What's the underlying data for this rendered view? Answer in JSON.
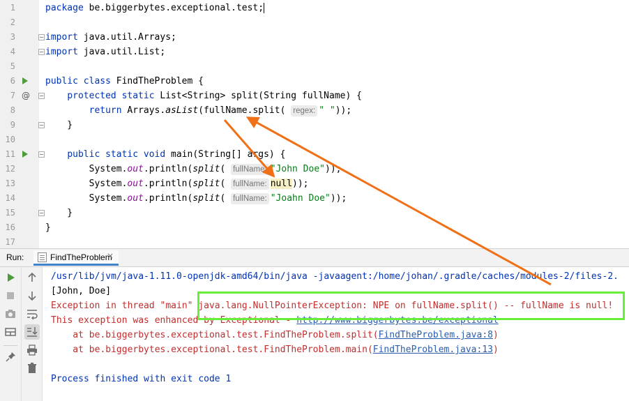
{
  "editor": {
    "lines": [
      {
        "n": "1",
        "parts": [
          [
            "kw",
            "package"
          ],
          [
            "p",
            " be.biggerbytes.exceptional.test;"
          ],
          [
            "caret",
            ""
          ]
        ]
      },
      {
        "n": "2",
        "parts": []
      },
      {
        "n": "3",
        "parts": [
          [
            "kw",
            "import"
          ],
          [
            "p",
            " java.util.Arrays;"
          ]
        ],
        "fold": true
      },
      {
        "n": "4",
        "parts": [
          [
            "kw",
            "import"
          ],
          [
            "p",
            " java.util.List;"
          ]
        ],
        "fold": true
      },
      {
        "n": "5",
        "parts": []
      },
      {
        "n": "6",
        "parts": [
          [
            "kw",
            "public class"
          ],
          [
            "p",
            " FindTheProblem {"
          ]
        ],
        "run": true
      },
      {
        "n": "7",
        "parts": [
          [
            "p",
            "    "
          ],
          [
            "kw",
            "protected static"
          ],
          [
            "p",
            " List<String> split(String fullName) {"
          ]
        ],
        "override": true,
        "fold": true
      },
      {
        "n": "8",
        "parts": [
          [
            "p",
            "        "
          ],
          [
            "kw",
            "return"
          ],
          [
            "p",
            " Arrays."
          ],
          [
            "it",
            "asList"
          ],
          [
            "p",
            "(fullName.split( "
          ],
          [
            "hint",
            "regex:"
          ],
          [
            "str",
            "\" \""
          ],
          [
            "p",
            "));"
          ]
        ]
      },
      {
        "n": "9",
        "parts": [
          [
            "p",
            "    }"
          ]
        ],
        "fold": true
      },
      {
        "n": "10",
        "parts": []
      },
      {
        "n": "11",
        "parts": [
          [
            "p",
            "    "
          ],
          [
            "kw",
            "public static void"
          ],
          [
            "p",
            " main(String[] args) {"
          ]
        ],
        "run": true,
        "fold": true
      },
      {
        "n": "12",
        "parts": [
          [
            "p",
            "        System."
          ],
          [
            "fld",
            "out"
          ],
          [
            "p",
            ".println("
          ],
          [
            "it",
            "split"
          ],
          [
            "p",
            "( "
          ],
          [
            "hint",
            "fullName:"
          ],
          [
            "str",
            "\"John Doe\""
          ],
          [
            "p",
            "));"
          ]
        ]
      },
      {
        "n": "13",
        "parts": [
          [
            "p",
            "        System."
          ],
          [
            "fld",
            "out"
          ],
          [
            "p",
            ".println("
          ],
          [
            "it",
            "split"
          ],
          [
            "p",
            "( "
          ],
          [
            "hint",
            "fullName:"
          ],
          [
            "null",
            "null"
          ],
          [
            "p",
            "));"
          ]
        ]
      },
      {
        "n": "14",
        "parts": [
          [
            "p",
            "        System."
          ],
          [
            "fld",
            "out"
          ],
          [
            "p",
            ".println("
          ],
          [
            "it",
            "split"
          ],
          [
            "p",
            "( "
          ],
          [
            "hint",
            "fullName:"
          ],
          [
            "str",
            "\"Joahn Doe\""
          ],
          [
            "p",
            "));"
          ]
        ]
      },
      {
        "n": "15",
        "parts": [
          [
            "p",
            "    }"
          ]
        ],
        "fold": true
      },
      {
        "n": "16",
        "parts": [
          [
            "p",
            "}"
          ]
        ]
      },
      {
        "n": "17",
        "parts": []
      }
    ]
  },
  "run_panel": {
    "label": "Run:",
    "tab_label": "FindTheProblem",
    "tab_close": "×"
  },
  "toolbar_icons": [
    "play-icon",
    "stop-icon",
    "camera-icon",
    "layout-icon",
    "pin-icon",
    "arrow-up-icon",
    "arrow-down-icon",
    "wrap-icon",
    "scroll-to-end-icon",
    "print-icon",
    "trash-icon"
  ],
  "console": {
    "lines": [
      {
        "type": "path",
        "text": "/usr/lib/jvm/java-1.11.0-openjdk-amd64/bin/java -javaagent:/home/johan/.gradle/caches/modules-2/files-2."
      },
      {
        "type": "out",
        "text": "[John, Doe]"
      },
      {
        "type": "err",
        "text": "Exception in thread \"main\" java.lang.NullPointerException: NPE on fullName.split() -- fullName is null!"
      },
      {
        "type": "err_link",
        "text": "This exception was enhanced by Exceptional - ",
        "link": "http://www.biggerbytes.be/exceptional"
      },
      {
        "type": "err_link",
        "text": "    at be.biggerbytes.exceptional.test.FindTheProblem.split(",
        "link": "FindTheProblem.java:8",
        "after": ")"
      },
      {
        "type": "err_link",
        "text": "    at be.biggerbytes.exceptional.test.FindTheProblem.main(",
        "link": "FindTheProblem.java:13",
        "after": ")"
      },
      {
        "type": "blank",
        "text": ""
      },
      {
        "type": "info",
        "text": "Process finished with exit code 1"
      }
    ]
  },
  "colors": {
    "keyword": "#0033b3",
    "string": "#067d17",
    "error": "#c22d2d",
    "link": "#2a5db0",
    "annotation_arrow": "#f07017",
    "annotation_box": "#67ee39"
  }
}
